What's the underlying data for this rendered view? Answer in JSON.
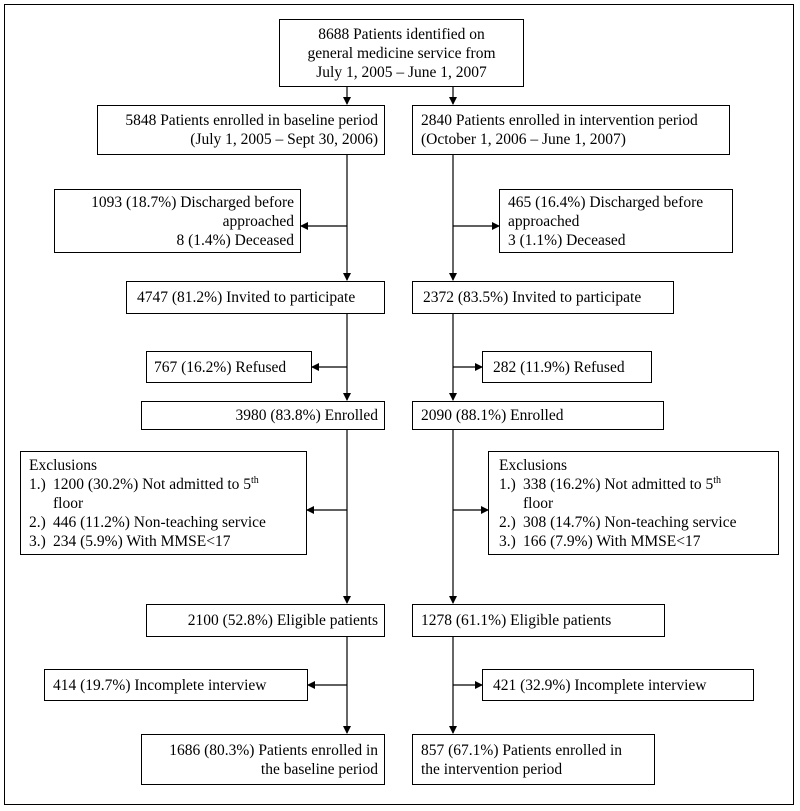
{
  "top": {
    "lines": [
      "8688 Patients identified on",
      "general medicine service from",
      "July 1, 2005 – June 1, 2007"
    ]
  },
  "baseline": {
    "enrolled_period": [
      "5848 Patients enrolled in baseline period",
      "(July 1, 2005 – Sept 30, 2006)"
    ],
    "discharged": [
      "1093 (18.7%) Discharged before",
      "approached",
      "8 (1.4%) Deceased"
    ],
    "invited": "4747 (81.2%) Invited to participate",
    "refused": "767 (16.2%) Refused",
    "enrolled": "3980 (83.8%) Enrolled",
    "exclusions": {
      "title": "Exclusions",
      "items": [
        {
          "num": "1.)",
          "text": "1200 (30.2%) Not admitted to 5",
          "sup": "th",
          "cont": "floor"
        },
        {
          "num": "2.)",
          "text": "446 (11.2%) Non-teaching service"
        },
        {
          "num": "3.)",
          "text": "234 (5.9%) With MMSE<17"
        }
      ]
    },
    "eligible": "2100 (52.8%) Eligible patients",
    "incomplete": "414 (19.7%) Incomplete interview",
    "final": [
      "1686 (80.3%) Patients enrolled in",
      "the baseline period"
    ]
  },
  "intervention": {
    "enrolled_period": [
      "2840 Patients enrolled in intervention period",
      "(October 1, 2006 – June 1, 2007)"
    ],
    "discharged": [
      "465 (16.4%) Discharged before",
      "approached",
      "3 (1.1%) Deceased"
    ],
    "invited": "2372 (83.5%) Invited to participate",
    "refused": "282 (11.9%) Refused",
    "enrolled": "2090 (88.1%) Enrolled",
    "exclusions": {
      "title": "Exclusions",
      "items": [
        {
          "num": "1.)",
          "text": "338 (16.2%) Not admitted to 5",
          "sup": "th",
          "cont": "floor"
        },
        {
          "num": "2.)",
          "text": "308 (14.7%) Non-teaching service"
        },
        {
          "num": "3.)",
          "text": "166 (7.9%) With MMSE<17"
        }
      ]
    },
    "eligible": "1278 (61.1%) Eligible patients",
    "incomplete": "421 (32.9%) Incomplete interview",
    "final": [
      "857 (67.1%) Patients enrolled in",
      "the intervention period"
    ]
  }
}
